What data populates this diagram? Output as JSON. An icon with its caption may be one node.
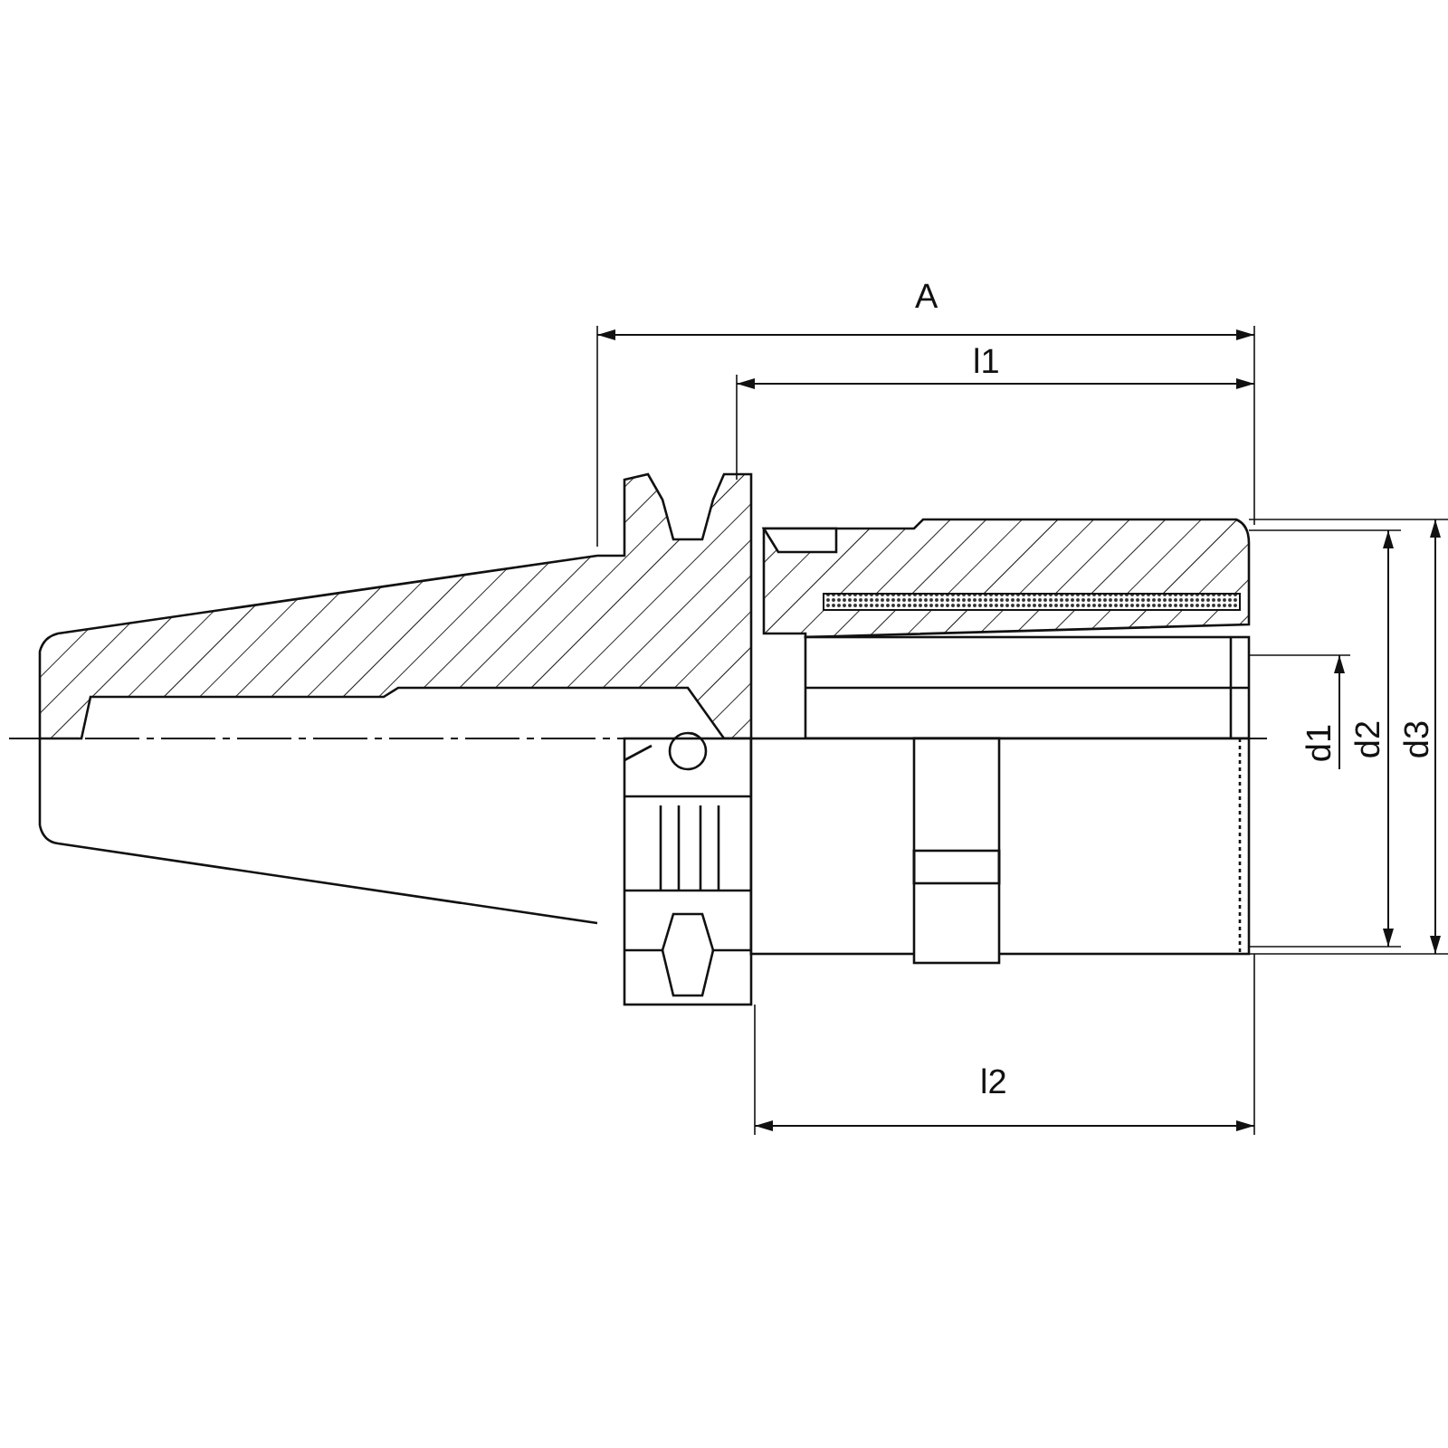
{
  "diagram": {
    "labels": [
      "A",
      "l1",
      "l2",
      "d1",
      "d2",
      "d3"
    ]
  }
}
